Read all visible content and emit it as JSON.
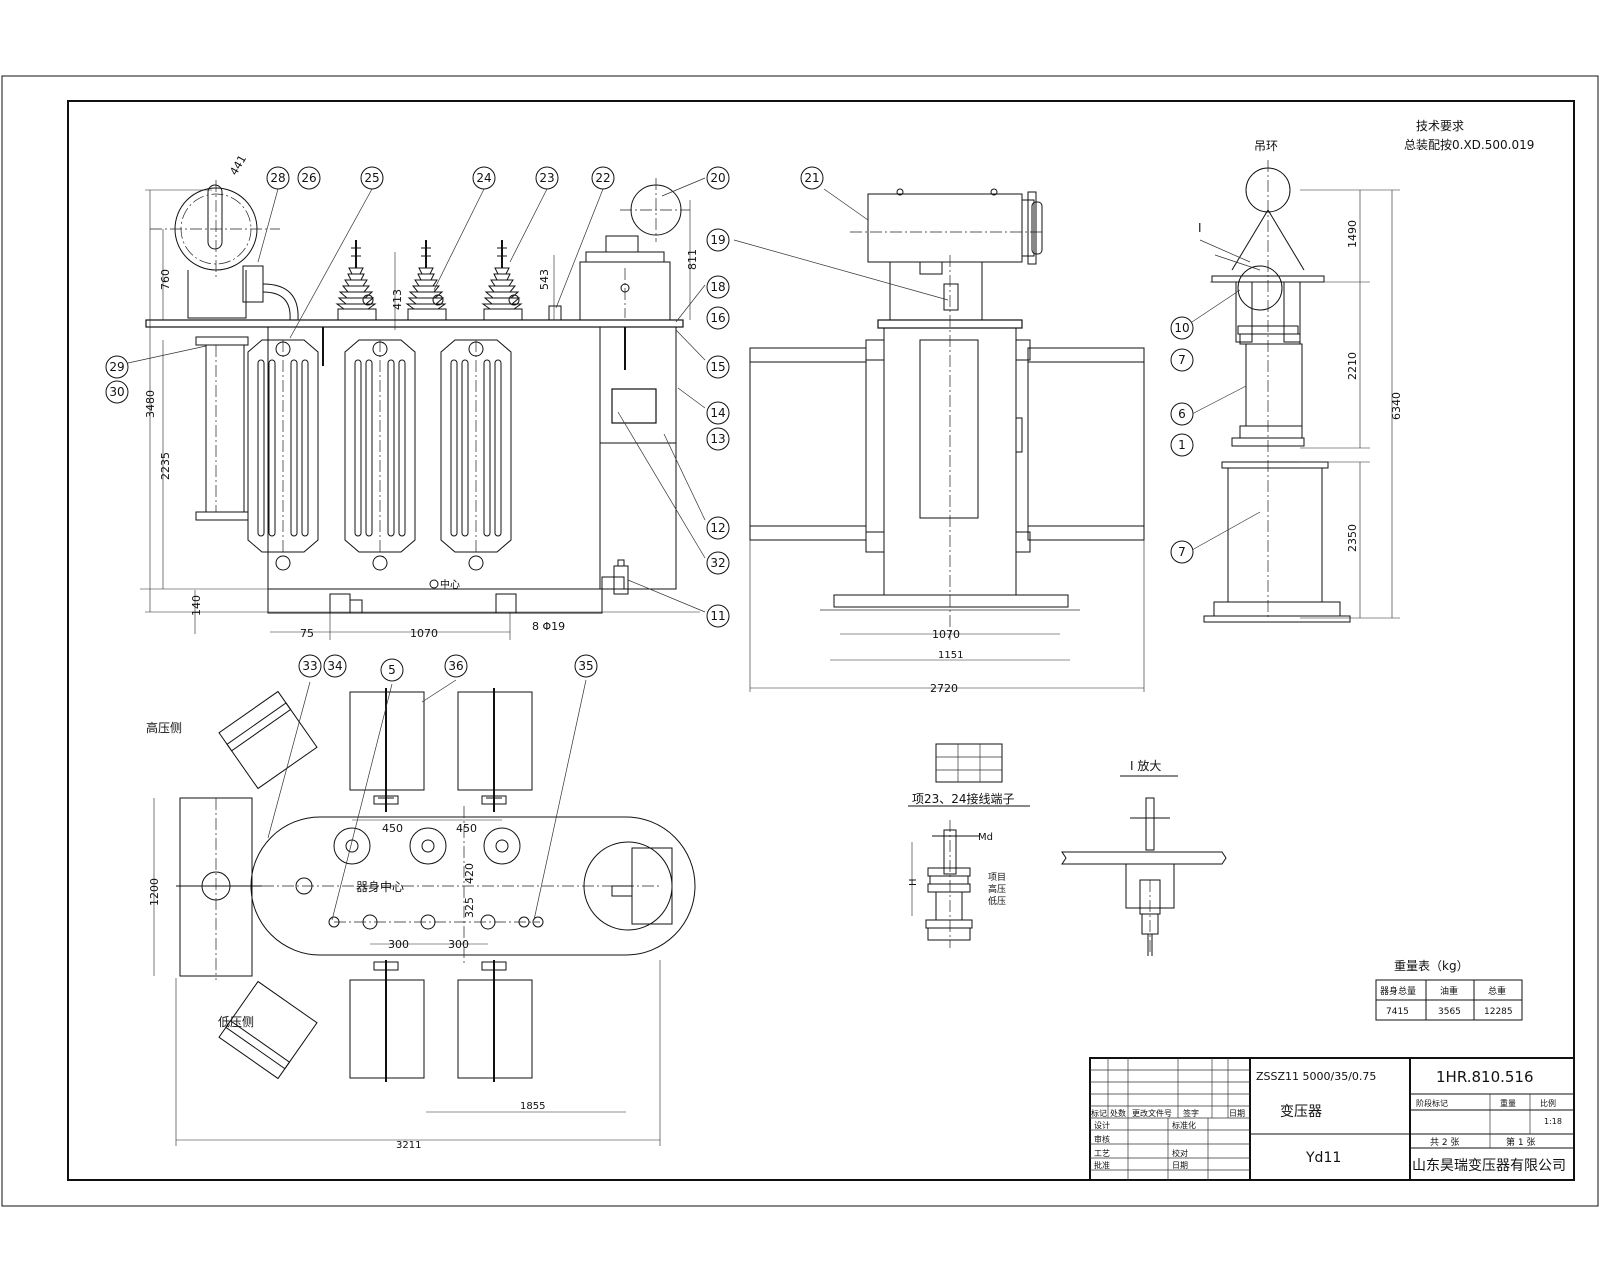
{
  "notes": {
    "tech_req_title": "技术要求",
    "tech_req_line": "总装配按0.XD.500.019",
    "lifting": "吊环",
    "section_i": "I",
    "enlarge_i": "I 放大",
    "terminal_caption": "项23、24接线端子",
    "label_md": "Md",
    "label_h": "H",
    "high_side": "高压侧",
    "low_side": "低压侧",
    "body_center": "器身中心",
    "neutral": "中心",
    "terminal_note": [
      "项目",
      "高压",
      "低压"
    ]
  },
  "balloons": {
    "b1": "1",
    "b5": "5",
    "b6": "6",
    "b7": "7",
    "b10": "10",
    "b11": "11",
    "b12": "12",
    "b13": "13",
    "b14": "14",
    "b15": "15",
    "b16": "16",
    "b18": "18",
    "b19": "19",
    "b20": "20",
    "b21": "21",
    "b22": "22",
    "b23": "23",
    "b24": "24",
    "b25": "25",
    "b26": "26",
    "b28": "28",
    "b29": "29",
    "b30": "30",
    "b32": "32",
    "b33": "33",
    "b34": "34",
    "b35": "35",
    "b36": "36"
  },
  "dims": {
    "d760": "760",
    "d3480": "3480",
    "d2235": "2235",
    "d140": "140",
    "d413": "413",
    "d543": "543",
    "d811": "811",
    "d75": "75",
    "d1070a": "1070",
    "d8phi19": "8 Φ19",
    "d1070b": "1070",
    "d1151": "1151",
    "d2720": "2720",
    "d1490": "1490",
    "d2210": "2210",
    "d6340": "6340",
    "d2350": "2350",
    "d450a": "450",
    "d450b": "450",
    "d300a": "300",
    "d300b": "300",
    "d420": "420",
    "d325": "325",
    "d1200": "1200",
    "d1855": "1855",
    "d3211": "3211",
    "d441": "441"
  },
  "weight_table": {
    "title": "重量表（kg）",
    "headers": [
      "器身总量",
      "油重",
      "总重"
    ],
    "values": [
      "7415",
      "3565",
      "12285"
    ]
  },
  "title_block": {
    "model": "ZSSZ11 5000/35/0.75",
    "drawing_no": "1HR.810.516",
    "name": "变压器",
    "vector_group": "Yd11",
    "company": "山东昊瑞变压器有限公司",
    "stage_label": "阶段标记",
    "weight_label": "重量",
    "scale_label": "比例",
    "scale_value": "1:18",
    "sheets_label": "共 2 张",
    "sheet_label": "第 1 张",
    "row_labels": [
      "标记",
      "处数",
      "更改文件号",
      "签字",
      "日期"
    ],
    "sign_labels": [
      "设计",
      "审核",
      "工艺",
      "批准"
    ],
    "sign_labels2": [
      "标准化",
      "校对",
      "日期"
    ]
  }
}
